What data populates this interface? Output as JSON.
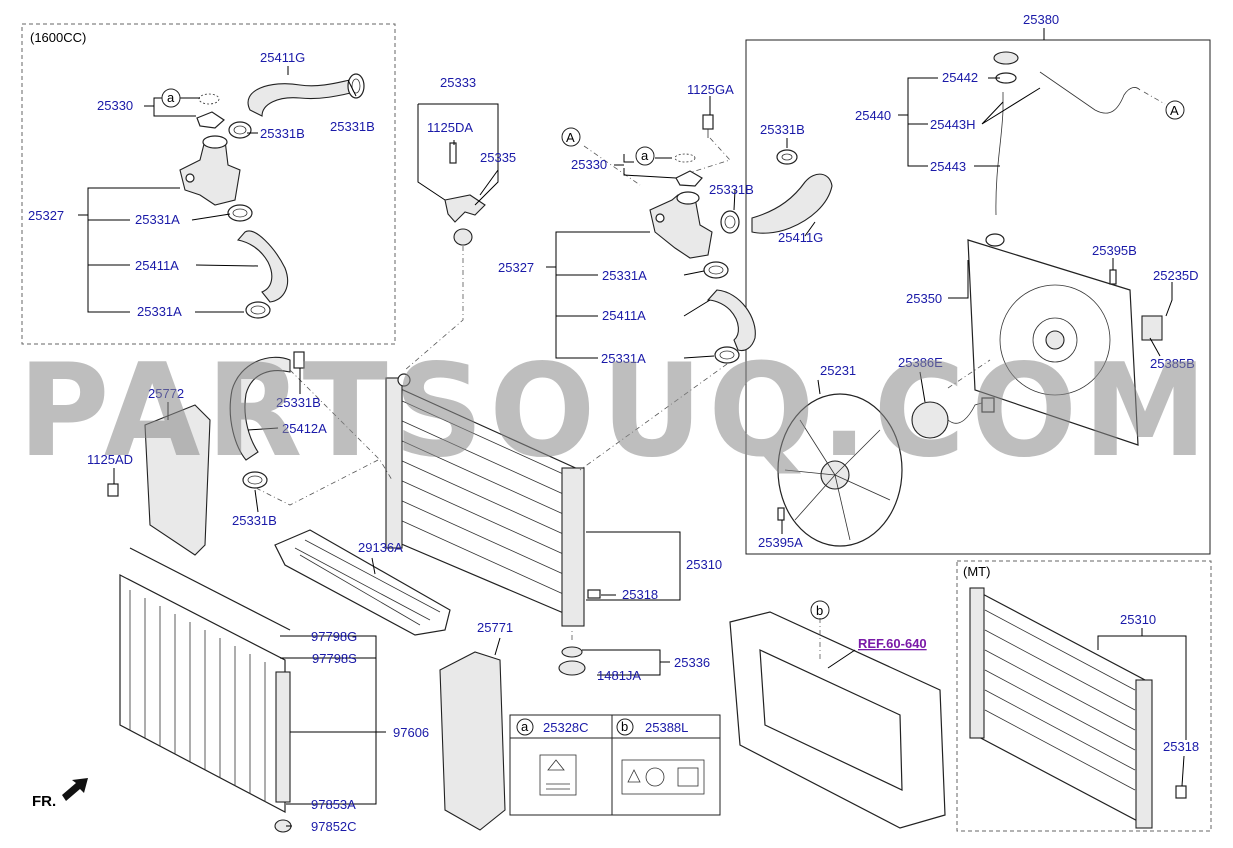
{
  "boxes": {
    "engine_variant": "(1600CC)",
    "transmission_variant": "(MT)"
  },
  "watermark": "PARTSOUQ.COM",
  "reference_link": "REF.60-640",
  "front_indicator": "FR.",
  "callouts": {
    "a": "a",
    "b": "b",
    "A": "A"
  },
  "legend": {
    "a_part": "25328C",
    "b_part": "25388L"
  },
  "labels": {
    "p25411G_l": "25411G",
    "p25330_l": "25330",
    "p25331B_l1": "25331B",
    "p25331B_l2": "25331B",
    "p25327_l": "25327",
    "p25331A_l1": "25331A",
    "p25411A_l": "25411A",
    "p25331A_l2": "25331A",
    "p25333": "25333",
    "p1125DA": "1125DA",
    "p25335": "25335",
    "p1125GA": "1125GA",
    "p25331B_r1": "25331B",
    "p25330_r": "25330",
    "p25331B_r2": "25331B",
    "p25411G_r": "25411G",
    "p25327_r": "25327",
    "p25331A_r1": "25331A",
    "p25411A_r": "25411A",
    "p25331A_r2": "25331A",
    "p25380": "25380",
    "p25442": "25442",
    "p25440": "25440",
    "p25443H": "25443H",
    "p25443": "25443",
    "p25395B": "25395B",
    "p25235D": "25235D",
    "p25350": "25350",
    "p25231": "25231",
    "p25386E": "25386E",
    "p25385B": "25385B",
    "p25395A": "25395A",
    "p25772": "25772",
    "p1125AD": "1125AD",
    "p25331B_m1": "25331B",
    "p25412A": "25412A",
    "p25331B_m2": "25331B",
    "p29136A": "29136A",
    "p25310": "25310",
    "p25318": "25318",
    "p25771": "25771",
    "p25336": "25336",
    "p1481JA": "1481JA",
    "p97798G": "97798G",
    "p97798S": "97798S",
    "p97606": "97606",
    "p97853A": "97853A",
    "p97852C": "97852C",
    "p25310_mt": "25310",
    "p25318_mt": "25318"
  }
}
